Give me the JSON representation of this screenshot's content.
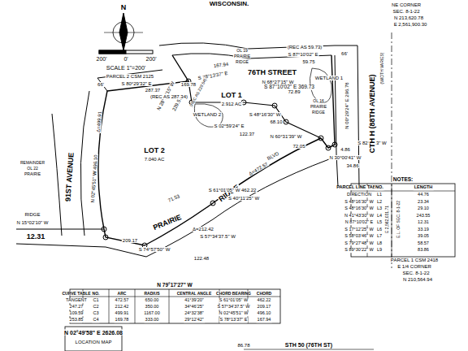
{
  "diagram": {
    "labels": [
      "WISCONSIN.",
      "N",
      "200'",
      "0'",
      "200'",
      "SCALE 1\"=200'",
      "NE CORNER",
      "SEC. 8-1-22",
      "N 213,620.78",
      "E 2,561,900.30",
      "(REC AS 59.73)",
      "S 87°10'02\" E",
      "59.75",
      "OL 19",
      "PRAIRIE",
      "RIDGE",
      "167.94",
      "76TH STREET",
      "S 87°10'02\" E 369.73",
      "S 78°13'37\" E",
      "169.78",
      "N 28°10'15\" W",
      "229.57",
      "(REC AS 229.54)",
      "PARCEL 2 CSM 2125",
      "S 80°29'32\" E",
      "287.37",
      "(REC AS 287.34)",
      "LOT 1",
      "2.912 AC",
      "N 68°27'15\" W",
      "72.89",
      "WETLAND 1",
      "WETLAND 2",
      "S 48°16'30\" W",
      "68.10",
      "S 02°59'24\" E",
      "122.37",
      "N 00°29'24\" E 296.78",
      "OL 16",
      "PRAIRIE",
      "RIDGE",
      "S 82°2'13\" W",
      "4.86",
      "N 30°00'41\" W",
      "34.86",
      "N 60°31'39\" W",
      "72.05",
      "CTH H (88TH AVENUE)",
      "(WIDTH VARIES)",
      "66'",
      "66'",
      "LOT 2",
      "7.040 AC",
      "91ST AVENUE",
      "N 02°45'51\" W 496.10",
      "Δ=499.91",
      "REMAINDER",
      "OL 22",
      "PRAIRIE",
      "RIDGE",
      "N 15°02'10\" W",
      "12.31",
      "PRAIRIE",
      "RIDGE",
      "BLVD",
      "Δ=472.57",
      "S 61°01'05\" W 462.22",
      "S 40°11'25\" W",
      "71.53",
      "Δ=212.42",
      "S 57°34'37.5\" W",
      "209.17",
      "S 74°57'50\" W",
      "122.48",
      "PARCEL 1 CSM 2418",
      "E 1/4 CORNER",
      "SEC. 8-1-22",
      "N 210,564.94",
      "E 2,562,031.71",
      "E.L. OF SEC. 8-1-22",
      "N 02°49'58\" E 2626.08",
      "LOCATION MAP",
      "STH 50 (76TH ST)",
      "NOTES:",
      "PARCEL LINE TABLE",
      "NO.",
      "LENGTH",
      "DIRECTION",
      "L1",
      "44.76",
      "S 48°16'30\" W",
      "L2",
      "23.34",
      "S 48°16'30\" W",
      "L3",
      "29.10",
      "N 41°43'30\" W",
      "L4",
      "243.55",
      "N 87°10'02\" E",
      "L5",
      "12.31",
      "S 17°12'25\" W",
      "L6",
      "33.19",
      "S 58°03'46\" W",
      "L7",
      "39.05",
      "S 79°27'48\" W",
      "L8",
      "58.57",
      "S 89°30'22\" W",
      "L9",
      "83.86",
      "N 79°17'27\" W",
      "CURVE TABLE",
      "NO.",
      "ARC",
      "RADIUS",
      "CENTRAL ANGLE",
      "CHORD BEARING",
      "CHORD",
      "TANGENT",
      "C1",
      "472.57",
      "650.00",
      "41°39'20\"",
      "S 61°01'05\" W",
      "462.22",
      "247.27",
      "C2",
      "212.42",
      "350.00",
      "34°46'25\"",
      "S 57°34'37.5\" W",
      "209.17",
      "109.59",
      "C3",
      "499.91",
      "1167.00",
      "24°32'38\"",
      "N 02°45'51\" W",
      "496.10",
      "253.85",
      "C4",
      "169.78",
      "333.00",
      "29°12'42\"",
      "S 78°13'37\" E",
      "167.94",
      "86.78"
    ]
  }
}
